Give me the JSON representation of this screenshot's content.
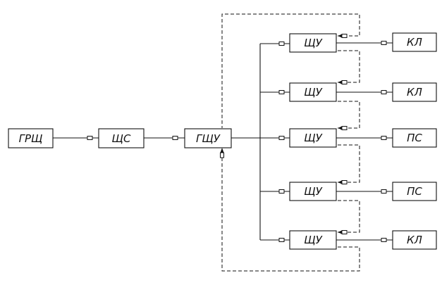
{
  "blocks": {
    "grsch": "ГРЩ",
    "shs": "ЩС",
    "gshu": "ГЩУ",
    "shu_1": "ЩУ",
    "shu_2": "ЩУ",
    "shu_3": "ЩУ",
    "shu_4": "ЩУ",
    "shu_5": "ЩУ",
    "load_1": "КЛ",
    "load_2": "КЛ",
    "load_3": "ПС",
    "load_4": "ПС",
    "load_5": "КЛ"
  }
}
